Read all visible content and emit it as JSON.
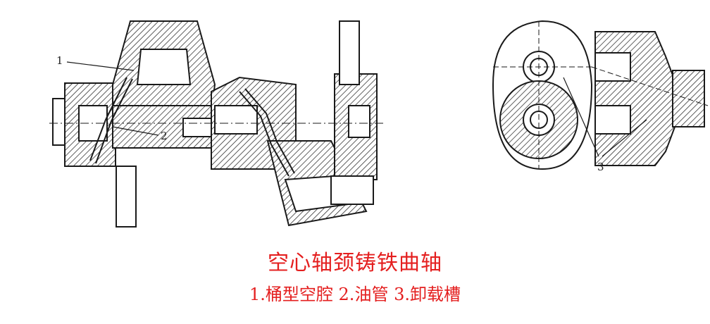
{
  "caption": {
    "title": "空心轴颈铸铁曲轴",
    "legend": "1.桶型空腔 2.油管 3.卸载槽"
  },
  "callouts": {
    "one": "1",
    "two": "2",
    "three": "3"
  },
  "colors": {
    "caption": "#e41f1f",
    "ink": "#1a1a1a"
  }
}
